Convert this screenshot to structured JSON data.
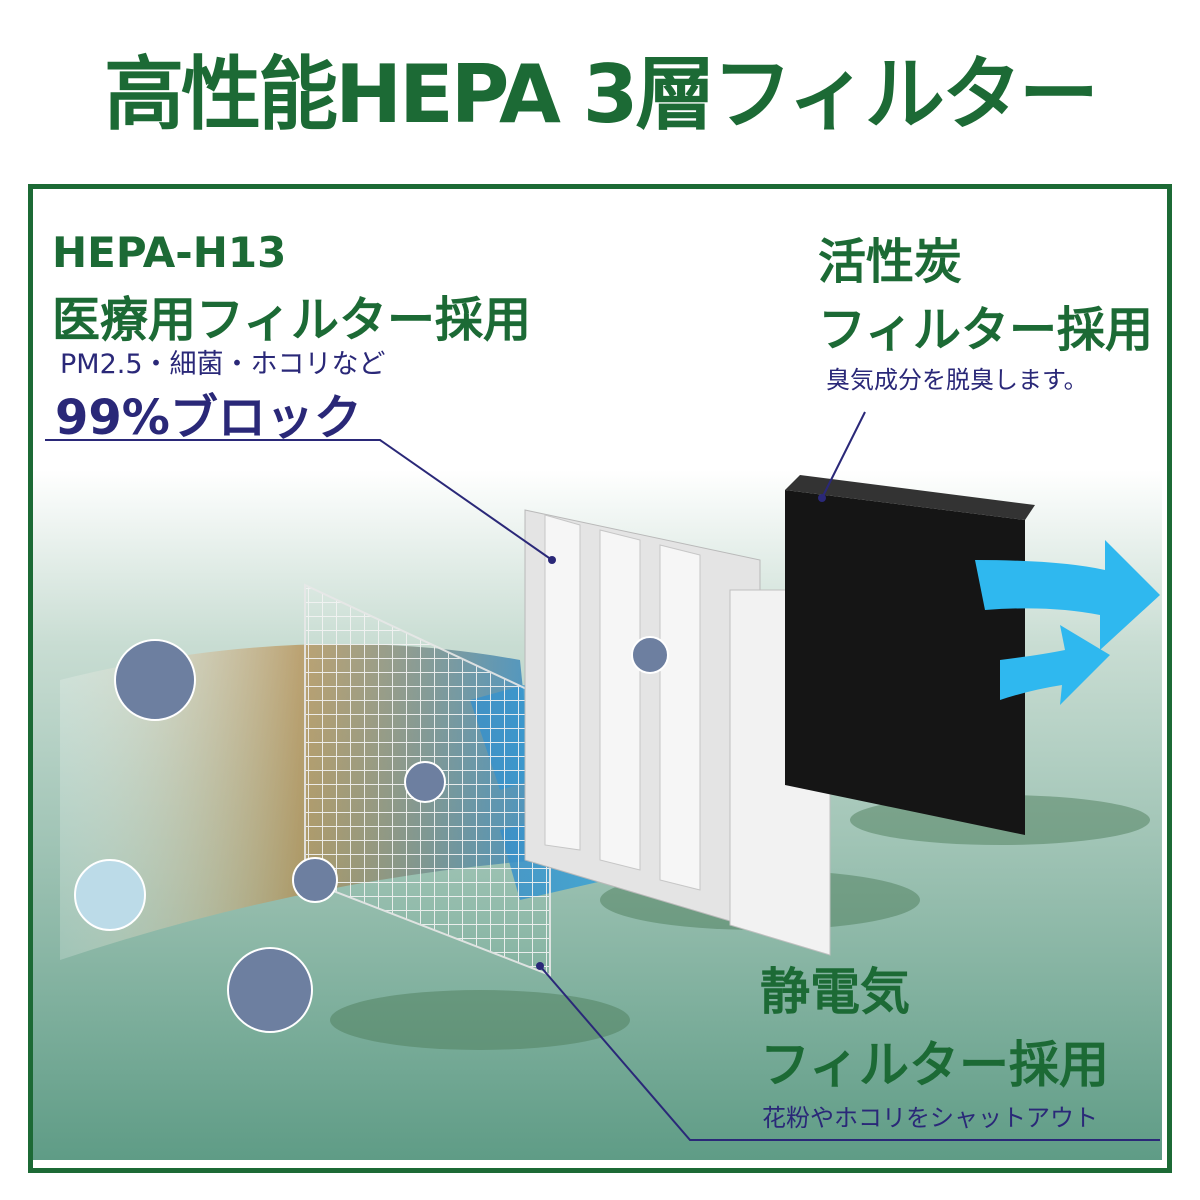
{
  "title": "高性能HEPA 3層フィルター",
  "hepa": {
    "heading1": "HEPA-H13",
    "heading2": "医療用フィルター採用",
    "sub": "PM2.5・細菌・ホコリなど",
    "claim": "99%ブロック"
  },
  "carbon": {
    "heading1": "活性炭",
    "heading2": "フィルター採用",
    "sub": "臭気成分を脱臭します。"
  },
  "electrostatic": {
    "heading1": "静電気",
    "heading2": "フィルター採用",
    "sub": "花粉やホコリをシャットアウト"
  },
  "colors": {
    "brand_green": "#1c6a35",
    "navy": "#2a2878",
    "air_blue": "#2fb4e8",
    "carbon_black": "#111111"
  }
}
